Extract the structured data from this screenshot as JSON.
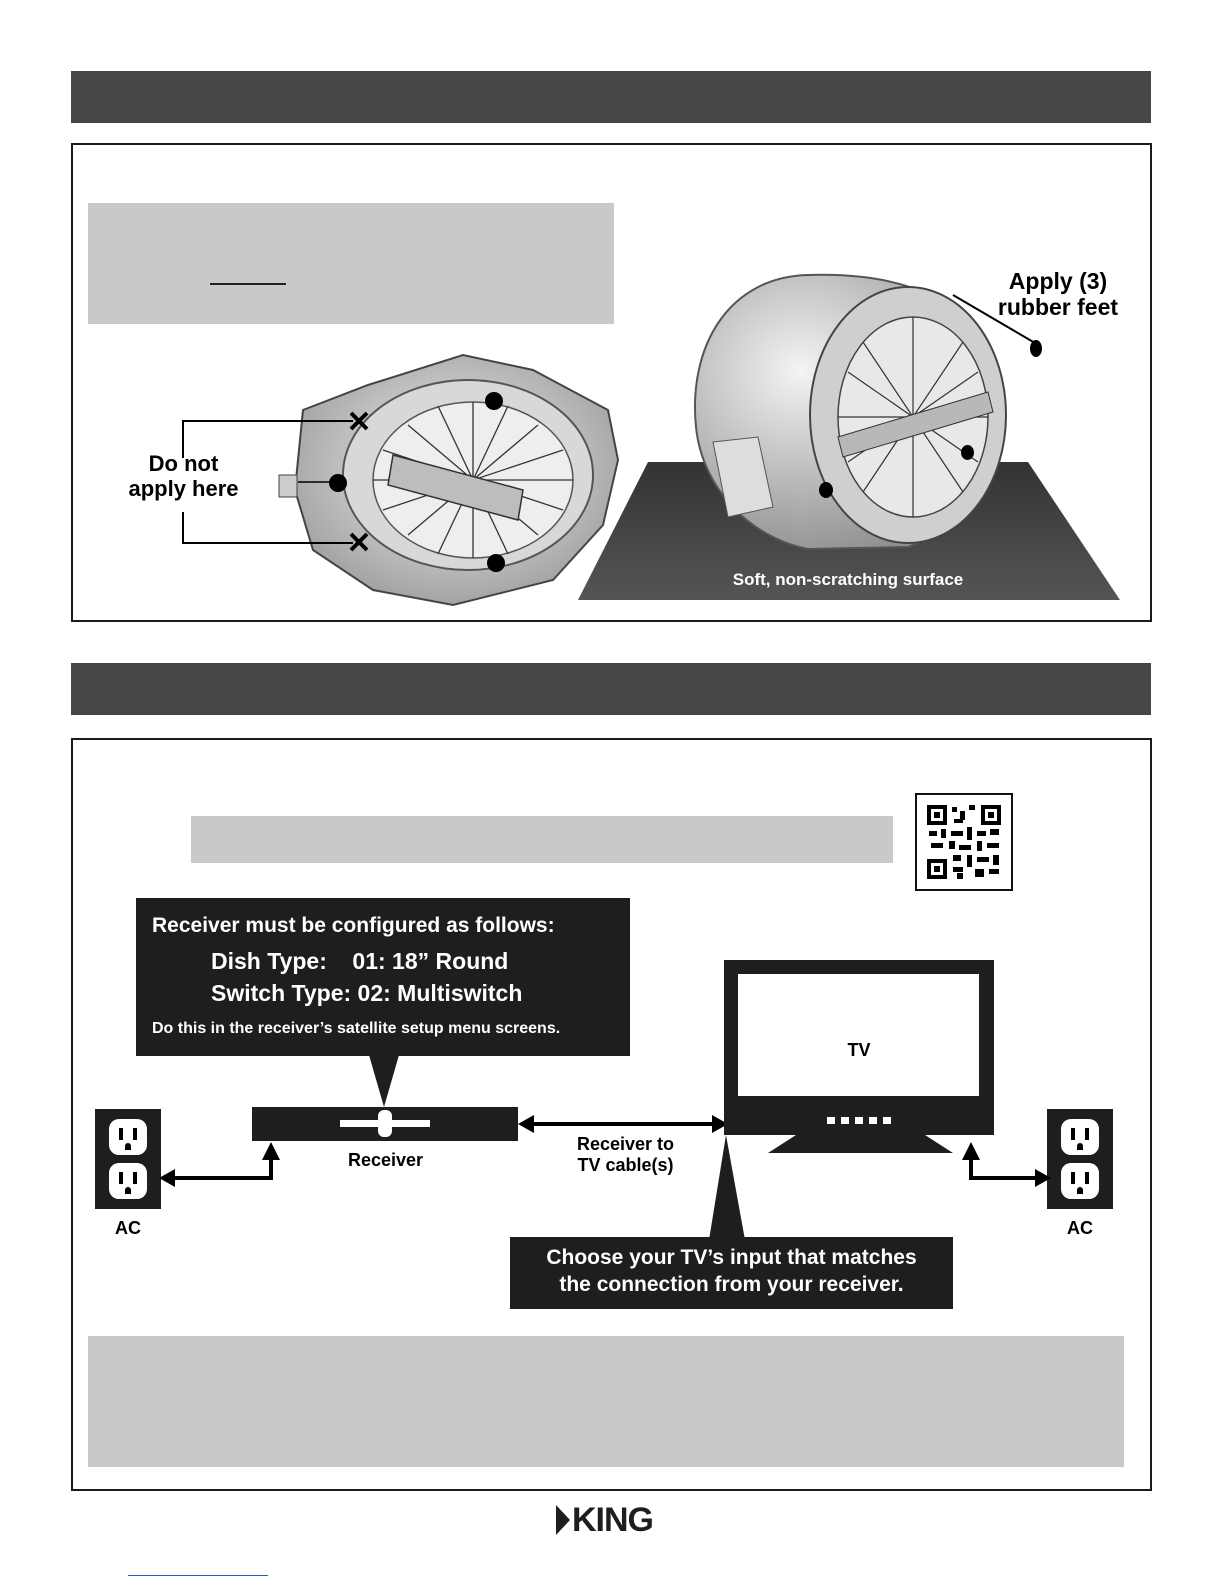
{
  "section1": {
    "label_apply": "Apply (3)\nrubber feet",
    "label_do_not": "Do not\napply here",
    "label_surface": "Soft, non-scratching surface"
  },
  "section2": {
    "callout_receiver": {
      "title": "Receiver must be configured as follows:",
      "dish_type": "Dish Type:    01: 18” Round",
      "switch_type": "Switch Type: 02: Multiswitch",
      "note": "Do this in the receiver’s satellite setup menu screens."
    },
    "tv_label": "TV",
    "receiver_label": "Receiver",
    "cable_label": "Receiver to\nTV cable(s)",
    "ac_left": "AC",
    "ac_right": "AC",
    "callout_tv": "Choose your TV’s input that matches\nthe connection from your receiver."
  },
  "footer": {
    "brand": "KING"
  },
  "colors": {
    "header_bar": "#464646",
    "gray_box": "#c8c9ca",
    "callout_bg": "#1e1e1e"
  }
}
